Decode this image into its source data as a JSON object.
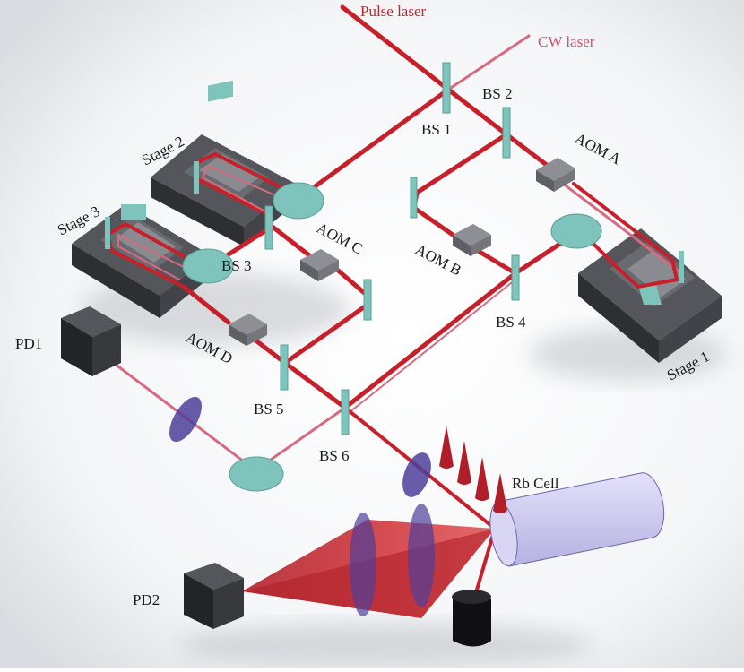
{
  "labels": {
    "pulse_laser": "Pulse laser",
    "cw_laser": "CW laser",
    "bs1": "BS 1",
    "bs2": "BS 2",
    "bs3": "BS 3",
    "bs4": "BS 4",
    "bs5": "BS 5",
    "bs6": "BS 6",
    "aom_a": "AOM A",
    "aom_b": "AOM B",
    "aom_c": "AOM C",
    "aom_d": "AOM D",
    "stage1": "Stage 1",
    "stage2": "Stage 2",
    "stage3": "Stage 3",
    "pd1": "PD1",
    "pd2": "PD2",
    "rb_cell": "Rb Cell"
  },
  "colors": {
    "laser_red": "#c8202a",
    "cw_pink": "#d86a80",
    "optic_teal": "#7ec4bc",
    "stage_dark": "#3c3d42",
    "lens_blue": "#4e3e9a",
    "rb_cell": "#c7c4ee"
  }
}
